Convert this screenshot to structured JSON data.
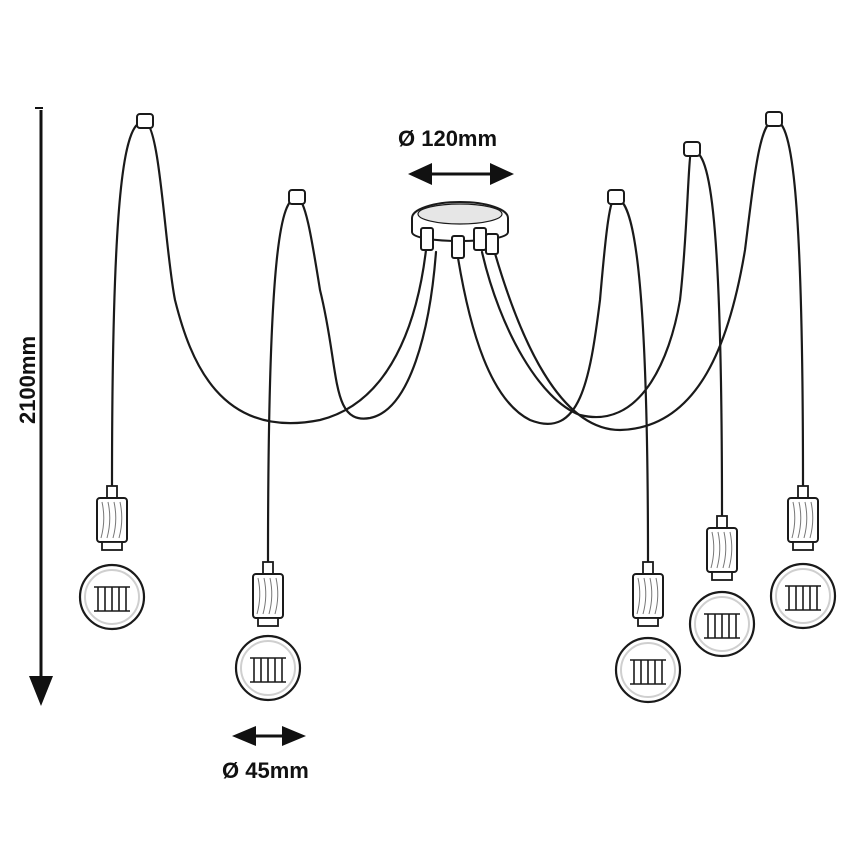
{
  "dimensions": {
    "canopy_diameter": "Ø 120mm",
    "bulb_diameter": "Ø 45mm",
    "total_height": "2100mm"
  },
  "colors": {
    "line": "#1a1a1a",
    "fill": "#ffffff",
    "shade": "#cfcfcf"
  },
  "pendant_count": 5
}
